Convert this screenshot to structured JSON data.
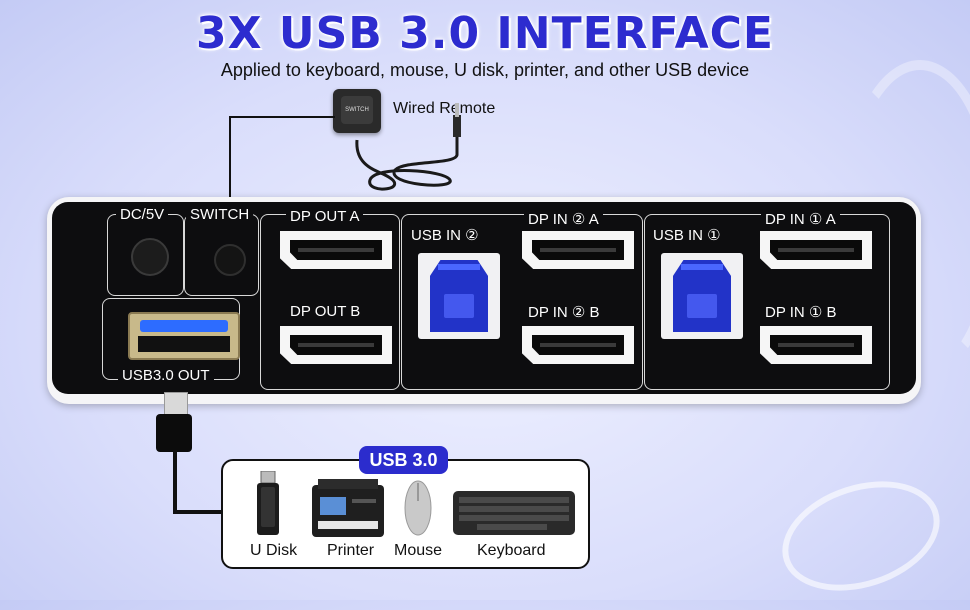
{
  "header": {
    "title": "3X USB 3.0 INTERFACE",
    "subtitle": "Applied to keyboard, mouse, U disk, printer, and other USB device"
  },
  "remote": {
    "label": "Wired Remote",
    "button_text": "SWITCH"
  },
  "device": {
    "dc_label": "DC/5V",
    "switch_label": "SWITCH",
    "usb_out_label": "USB3.0 OUT",
    "dp_out_a": "DP OUT A",
    "dp_out_b": "DP OUT B",
    "usb_in_2": "USB IN ②",
    "dp_in_2a": "DP IN ② A",
    "dp_in_2b": "DP IN ② B",
    "usb_in_1": "USB IN ①",
    "dp_in_1a": "DP IN ① A",
    "dp_in_1b": "DP IN ① B"
  },
  "devices": {
    "badge": "USB 3.0",
    "items": [
      {
        "label": "U Disk"
      },
      {
        "label": "Printer"
      },
      {
        "label": "Mouse"
      },
      {
        "label": "Keyboard"
      }
    ]
  },
  "colors": {
    "title": "#2d2ccf",
    "badge": "#2b2ccd",
    "usb_blue": "#2233c8",
    "panel": "#0d0d0f"
  }
}
